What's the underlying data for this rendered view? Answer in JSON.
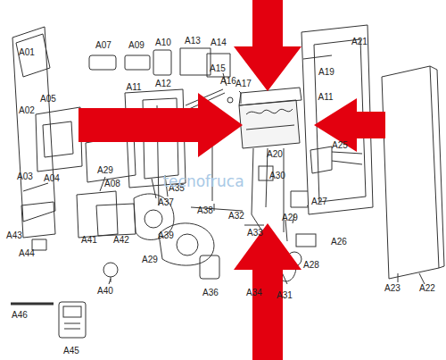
{
  "diagram": {
    "labels": [
      "A01",
      "A07",
      "A09",
      "A10",
      "A13",
      "A14",
      "A15",
      "A16",
      "A17",
      "A12",
      "A11",
      "A05",
      "A02",
      "A03",
      "A04",
      "A08",
      "A29",
      "A43",
      "A44",
      "A41",
      "A42",
      "A39",
      "A29",
      "A37",
      "A38",
      "A35",
      "A36",
      "A40",
      "A46",
      "A45",
      "A19",
      "A11",
      "A21",
      "A20",
      "A25",
      "A30",
      "A32",
      "A33",
      "A27",
      "A29",
      "A26",
      "A28",
      "A31",
      "A34",
      "A23",
      "A22",
      "tecnofruca"
    ]
  }
}
